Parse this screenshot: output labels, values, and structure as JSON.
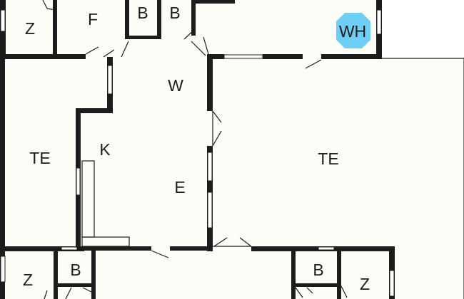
{
  "rooms": {
    "z_top_left": "Z",
    "f_top": "F",
    "b_top_1": "B",
    "b_top_2": "B",
    "w_hall": "W",
    "te_left": "TE",
    "k_kitchen": "K",
    "e_dining": "E",
    "te_right": "TE",
    "z_bottom_left": "Z",
    "b_bottom_left": "B",
    "b_bottom_right": "B",
    "z_bottom_right": "Z"
  },
  "wh_badge": {
    "label": "WH",
    "color": "#6ecff6"
  },
  "colors": {
    "wall": "#1c1c1c",
    "floor": "#fdfdf8",
    "background": "#ffffff"
  }
}
